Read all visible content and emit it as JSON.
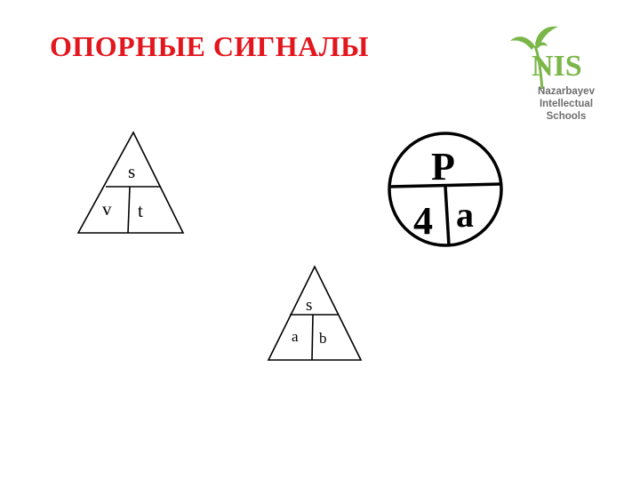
{
  "title": "ОПОРНЫЕ СИГНАЛЫ",
  "logo": {
    "wordmark": "NIS",
    "line1": "Nazarbayev",
    "line2": "Intellectual",
    "line3": "Schools",
    "colors": {
      "green": "#7ab648",
      "gray": "#6e6e6e"
    }
  },
  "colors": {
    "title": "#e3151d",
    "lines": "#000000"
  },
  "figures": {
    "triangle_speed": {
      "top": "s",
      "left": "v",
      "right": "t"
    },
    "circle_perimeter": {
      "top": "P",
      "left": "4",
      "right": "a"
    },
    "triangle_area": {
      "top": "s",
      "left": "a",
      "right": "b"
    }
  }
}
